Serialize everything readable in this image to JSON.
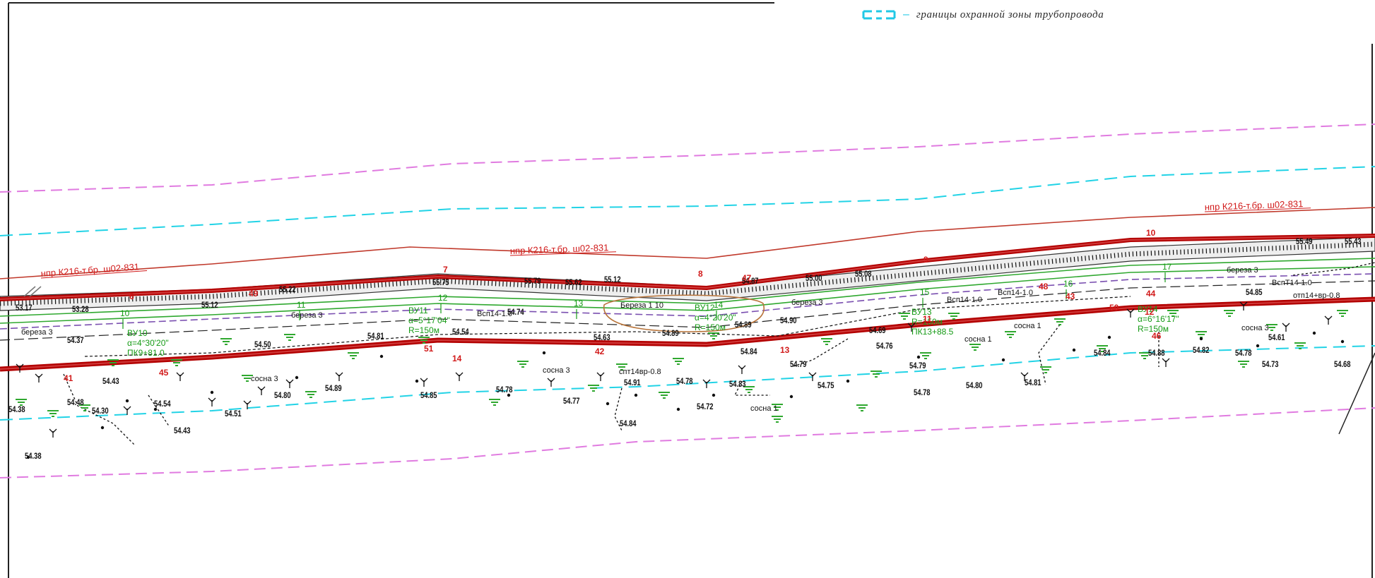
{
  "legend": {
    "swatch_icon": "dashed-boundary-swatch",
    "swatch_color": "#1fc8e6",
    "dash_text": "–",
    "label": "границы охранной зоны трубопровода"
  },
  "colors": {
    "pipeline_heavy": "#b30000",
    "pipeline_thin": "#c0392b",
    "protected_zone": "#22d3e6",
    "outer_zone": "#e07be0",
    "road_band": "#555555",
    "vegetation": "#2fa82f",
    "labels_red": "#d11a1a",
    "labels_green": "#169b16",
    "secondary_line": "#7a4fb0",
    "contour": "#b8743a"
  },
  "pipeline_labels": [
    {
      "text": "нпр К216-т.бр. ш02-831"
    },
    {
      "text": "нпр К216-т.бр. ш02-831"
    },
    {
      "text": "нпр К216-т.бр. ш02-831"
    }
  ],
  "elevations": [
    "53.17",
    "53.28",
    "55.12",
    "55.22",
    "55.75",
    "55.79",
    "55.62",
    "55.12",
    "54.87",
    "55.00",
    "55.08",
    "54.37",
    "54.50",
    "54.81",
    "54.54",
    "54.74",
    "54.89",
    "54.63",
    "54.89",
    "54.84",
    "54.90",
    "54.69",
    "54.43",
    "54.48",
    "54.30",
    "54.54",
    "54.51",
    "54.43",
    "54.38",
    "54.38",
    "54.89",
    "54.80",
    "54.79",
    "54.85",
    "54.78",
    "54.77",
    "54.91",
    "54.78",
    "54.83",
    "54.75",
    "54.72",
    "54.84",
    "54.79",
    "54.76",
    "54.78",
    "54.80",
    "54.81",
    "54.84",
    "54.88",
    "54.82",
    "54.78",
    "54.73",
    "54.68",
    "54.61",
    "54.85",
    "55.43",
    "55.49"
  ],
  "vegetation_labels": [
    "береза 3",
    "береза 3",
    "береза 3",
    "береза 3",
    "сосна 3",
    "сосна 3",
    "сосна 1",
    "сосна 1",
    "сосна 3",
    "сосна 1"
  ],
  "curve_labels": [
    {
      "a": "ВУ10",
      "b": "α=4°30'20\"",
      "c": "ПК9+81.0"
    },
    {
      "a": "ВУ11",
      "b": "α=5°17'04\"",
      "c": "R=150м"
    },
    {
      "a": "ВУ12",
      "b": "α=4°20'20\"",
      "c": "R=150м"
    },
    {
      "a": "ВУ13",
      "b": "R=150м",
      "c": "ПК13+88.5"
    },
    {
      "a": "ВУ14",
      "b": "α=6°16'17\"",
      "c": "R=150м"
    }
  ],
  "station_marks": [
    "10",
    "11",
    "12",
    "13",
    "14",
    "15",
    "16",
    "17"
  ],
  "picket_labels": [
    "Всп14-1.0",
    "Всп14-1.0",
    "Всп14-1.0",
    "ВспТ14-1.0",
    "отп14+вр-0.8",
    "спт14вр-0.8",
    "Береза 1 10"
  ],
  "red_points": [
    "6",
    "7",
    "8",
    "9",
    "10",
    "11",
    "12",
    "13",
    "14",
    "41",
    "42",
    "43",
    "44",
    "45",
    "46",
    "47",
    "48",
    "49",
    "50",
    "51"
  ]
}
